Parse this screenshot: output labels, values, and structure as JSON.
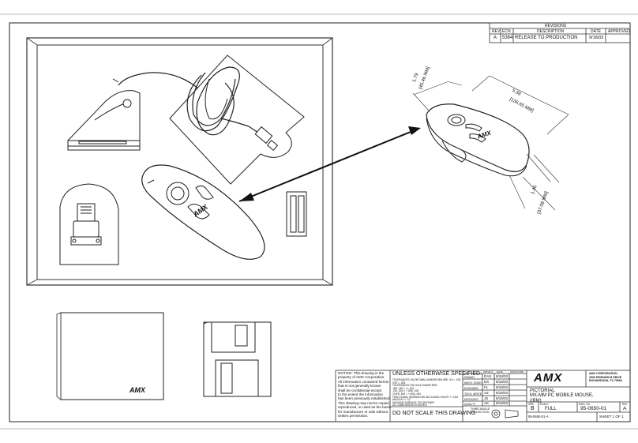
{
  "revisions": {
    "title": "REVISIONS",
    "headers": [
      "REV",
      "ECN",
      "DESCRIPTION",
      "DATE",
      "APPROVED"
    ],
    "rows": [
      {
        "rev": "A",
        "ecn": "5384",
        "description": "RELEASE TO PRODUCTION",
        "date": "9/18/03",
        "approved": ""
      }
    ]
  },
  "dimensions": {
    "length": "5.38",
    "length_mm": "[136.65 MM]",
    "width": "1.79",
    "width_mm": "[45.46 MM]",
    "height": "1.46",
    "height_mm": "[37.08 MM]"
  },
  "brand": {
    "logo_text": "AMX"
  },
  "title_block": {
    "notice": [
      "NOTICE:  This drawing is the",
      "property of AMX Corporation.",
      "All information contained herein",
      "that is not generally known",
      "shall be confidential except",
      "to the extent the information",
      "has been previously established.",
      "This drawing may not be copied,",
      "reproduced, or used as the basis",
      "for manufacture or sale without",
      "written permission."
    ],
    "unless": "UNLESS OTHERWISE SPECIFIED:",
    "tolerance_lines": [
      "TOLERANCES ON DECIMAL DIMENSIONS ARE:   XX = .030",
      "                                                             XXX = .005",
      "TOLERANCES ON HOLE DIAMETERS:",
      "                          .000-.250 = +/-.003",
      "                          .251-.500 = +.005/-.000",
      "                          OVER .500 = +.006/-.000",
      "FRACTIONAL DIMENSIONS INCLUDING HOLES +/- 1/64",
      "ANGLES +/- 1/2",
      "MACHINE SURFACE 125 OR FINER",
      "ALL DIMENSIONS IN INCHES"
    ],
    "do_not_scale": "DO NOT SCALE THIS DRAWING",
    "sign_headers": [
      "",
      "INITIALS",
      "DATE",
      "SIGNATURE"
    ],
    "sign_rows": [
      {
        "role": "DRAWN",
        "init": "DAS",
        "date": "9/18/03"
      },
      {
        "role": "MECH. ENGR.",
        "init": "DS",
        "date": "9/18/03"
      },
      {
        "role": "ENGINEER",
        "init": "FL",
        "date": "9/18/03"
      },
      {
        "role": "TECH. WRITE",
        "init": "AZ",
        "date": "9/18/03"
      },
      {
        "role": "MFG/SUPP.",
        "init": "JS",
        "date": "9/18/03"
      },
      {
        "role": "QUALITY",
        "init": "AK",
        "date": "9/18/03"
      }
    ],
    "projection": [
      "THIRD ANGLE",
      "PROJECTION"
    ],
    "company": [
      "AMX CORPORATION",
      "3000 RESEARCH DRIVE",
      "RICHARDSON, TX 75082"
    ],
    "part_title": [
      "PICTORIAL",
      "MX-MM PC MOBILE MOUSE,",
      "(IBM)"
    ],
    "size_label": "SIZE",
    "size": "B",
    "scale_label": "SCALE",
    "scale": "FULL",
    "dwg_label": "DWG. NO.",
    "dwg_no": "95-0650-01",
    "rev_label": "REV",
    "rev": "A",
    "file": "95-0650-01-A",
    "sheet": "SHEET  1  OF  1"
  }
}
